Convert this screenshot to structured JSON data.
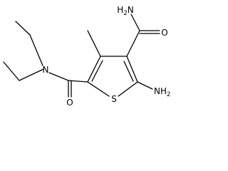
{
  "molecule": {
    "atoms": {
      "amine_top": {
        "element": "H",
        "count": "2",
        "suffix": "N"
      },
      "amide_top_oxygen": {
        "label": "O"
      },
      "amide_left_nitrogen": {
        "label": "N"
      },
      "amide_left_oxygen": {
        "label": "O"
      },
      "ring_sulfur": {
        "label": "S"
      },
      "amine_right": {
        "element": "N",
        "hydrogen": "H",
        "count": "2"
      }
    }
  }
}
